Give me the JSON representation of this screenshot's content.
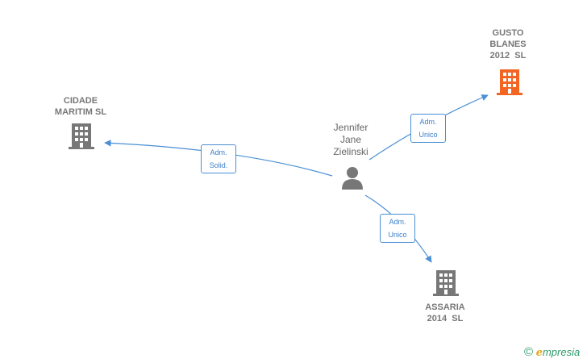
{
  "nodes": {
    "gusto": {
      "label_lines": [
        "GUSTO",
        "BLANES",
        "2012  SL"
      ],
      "color": "#f26522"
    },
    "cidade": {
      "label_lines": [
        "CIDADE",
        "MARITIM SL"
      ],
      "color": "#777777"
    },
    "assaria": {
      "label_lines": [
        "ASSARIA",
        "2014  SL"
      ],
      "color": "#777777"
    },
    "person": {
      "label_lines": [
        "Jennifer",
        "Jane",
        "Zielinski"
      ],
      "color": "#777777"
    }
  },
  "edges": {
    "to_gusto": {
      "label_lines": [
        "Adm.",
        "Unico"
      ]
    },
    "to_cidade": {
      "label_lines": [
        "Adm.",
        "Solid."
      ]
    },
    "to_assaria": {
      "label_lines": [
        "Adm.",
        "Unico"
      ]
    }
  },
  "edge_color": "#4a8fd4",
  "footer": {
    "copyright_symbol": "©",
    "brand_initial": "e",
    "brand_rest": "mpresia"
  }
}
